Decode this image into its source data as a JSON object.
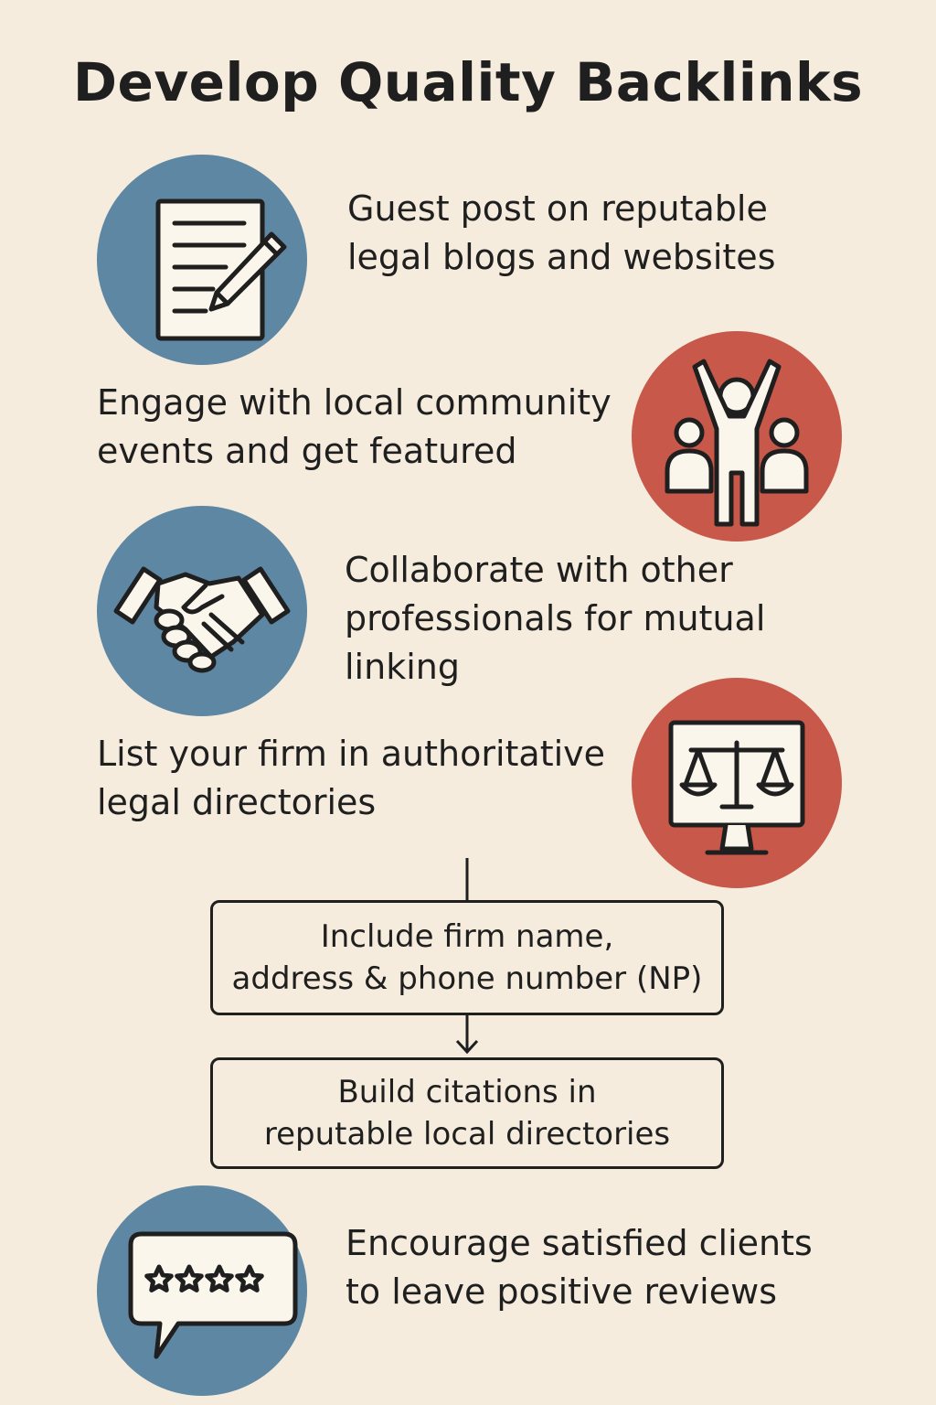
{
  "title": "Develop Quality Backlinks",
  "colors": {
    "background": "#f5ecdd",
    "blue": "#5e87a3",
    "red": "#c8584a",
    "ink": "#1f1f1f"
  },
  "steps": [
    {
      "icon": "document-pencil-icon",
      "lines": [
        "Guest post on reputable",
        "legal blogs and websites"
      ]
    },
    {
      "icon": "community-people-icon",
      "lines": [
        "Engage with local community",
        "events and get featured"
      ]
    },
    {
      "icon": "handshake-icon",
      "lines": [
        "Collaborate with other",
        "professionals for mutual",
        "linking"
      ]
    },
    {
      "icon": "scales-monitor-icon",
      "lines": [
        "List your firm in authoritative",
        "legal directories"
      ]
    }
  ],
  "flow_boxes": [
    {
      "lines": [
        "Include firm name,",
        "address & phone number (NP)"
      ]
    },
    {
      "lines": [
        "Build citations in",
        "reputable local directories"
      ]
    }
  ],
  "final_step": {
    "icon": "review-stars-bubble-icon",
    "lines": [
      "Encourage satisfied clients",
      "to leave positive reviews"
    ]
  }
}
